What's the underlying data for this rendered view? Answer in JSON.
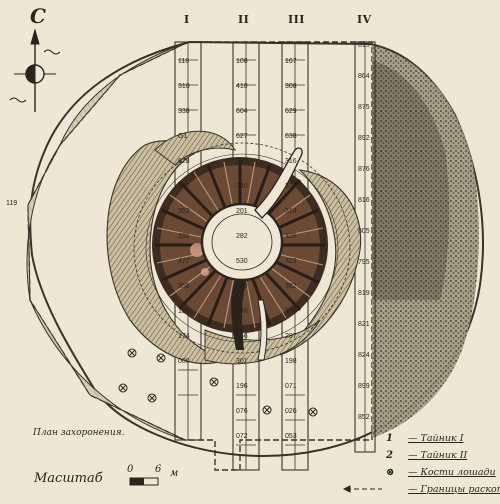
{
  "north_label": "С",
  "sections": [
    "I",
    "II",
    "III",
    "IV"
  ],
  "depth_marks": {
    "col1": [
      "118",
      "310",
      "338",
      "G1",
      "628",
      "377",
      "352",
      "336",
      "477",
      "358",
      "186",
      "174",
      "000"
    ],
    "col2": [
      "108",
      "410",
      "604",
      "627",
      "323",
      "340",
      "201",
      "282",
      "530",
      "540",
      "548",
      "556",
      "301",
      "196",
      "076",
      "072"
    ],
    "col3": [
      "167",
      "308",
      "629",
      "638",
      "316",
      "337",
      "314",
      "328",
      "323",
      "382",
      "376",
      "287",
      "198",
      "071",
      "026",
      "053"
    ],
    "col4": [
      "815",
      "864",
      "875",
      "892",
      "876",
      "816",
      "805",
      "795",
      "819",
      "821",
      "824",
      "899",
      "852"
    ],
    "edge": [
      "119"
    ]
  },
  "caption": "План захоронения.",
  "legend": [
    {
      "key": "1",
      "text": "— Тайник I"
    },
    {
      "key": "2",
      "text": "— Тайник II"
    },
    {
      "key": "⊗",
      "text": "— Кости лошади"
    },
    {
      "key": "←",
      "text": "— Границы раскопа"
    }
  ],
  "scale": {
    "label": "Масштаб",
    "start": "0",
    "mid": "6",
    "unit": "м"
  }
}
